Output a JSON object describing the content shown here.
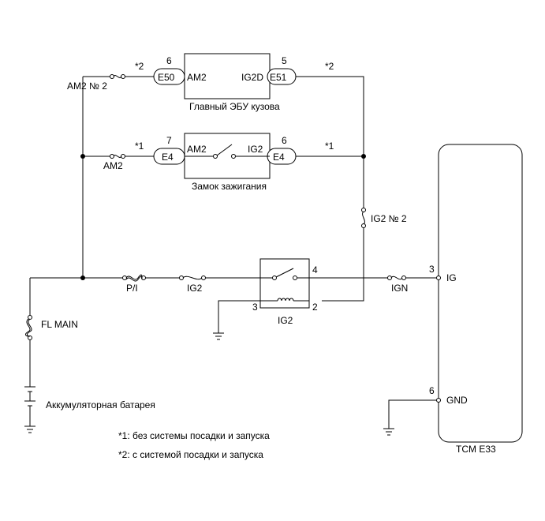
{
  "fuses": {
    "am2_no2": "AM2 № 2",
    "am2": "AM2",
    "ig2_no2": "IG2 № 2",
    "pi": "P/I",
    "ig2": "IG2",
    "ign": "IGN",
    "fl_main": "FL MAIN"
  },
  "body_ecu": {
    "title": "Главный ЭБУ кузова",
    "left_connector": "E50",
    "left_pin": "6",
    "left_label": "AM2",
    "right_connector": "E51",
    "right_pin": "5",
    "right_label": "IG2D",
    "note_left": "*2",
    "note_right": "*2"
  },
  "ignition_switch": {
    "title": "Замок зажигания",
    "left_connector": "E4",
    "left_pin": "7",
    "left_label": "AM2",
    "right_connector": "E4",
    "right_pin": "6",
    "right_label": "IG2",
    "note_left": "*1",
    "note_right": "*1"
  },
  "relay": {
    "title": "IG2",
    "pin_switch": "4",
    "pin_coil_left": "3",
    "pin_coil_right": "2"
  },
  "tcm": {
    "title": "TCM E33",
    "pin_ig": "3",
    "label_ig": "IG",
    "pin_gnd": "6",
    "label_gnd": "GND"
  },
  "battery": {
    "label": "Аккумуляторная батарея"
  },
  "notes": [
    "*1: без системы посадки и запуска",
    "*2: с системой посадки и запуска"
  ]
}
